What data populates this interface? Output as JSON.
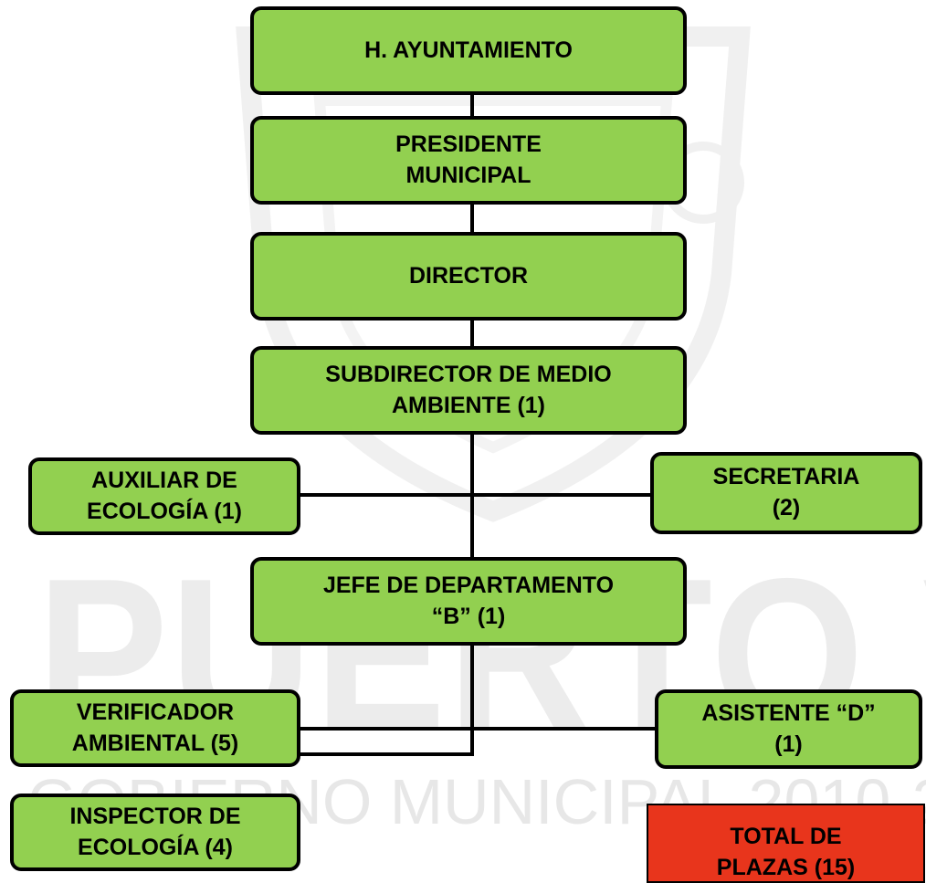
{
  "watermark": {
    "city": "PUERTO VALLARTA",
    "government": "GOBIERNO MUNICIPAL 2010-2"
  },
  "org": {
    "ayuntamiento": "H. AYUNTAMIENTO",
    "presidente": "PRESIDENTE\nMUNICIPAL",
    "director": "DIRECTOR",
    "subdirector": "SUBDIRECTOR DE MEDIO\nAMBIENTE  (1)",
    "auxiliar": "AUXILIAR DE\nECOLOGÍA (1)",
    "secretaria": "SECRETARIA\n(2)",
    "jefe": "JEFE DE DEPARTAMENTO\n“B” (1)",
    "verificador": "VERIFICADOR\nAMBIENTAL (5)",
    "asistente": "ASISTENTE “D”\n(1)",
    "inspector": "INSPECTOR DE\nECOLOGÍA (4)",
    "total": "TOTAL DE\nPLAZAS (15)"
  },
  "colors": {
    "box_fill": "#92d050",
    "total_fill": "#e8351c",
    "line": "#000000"
  }
}
